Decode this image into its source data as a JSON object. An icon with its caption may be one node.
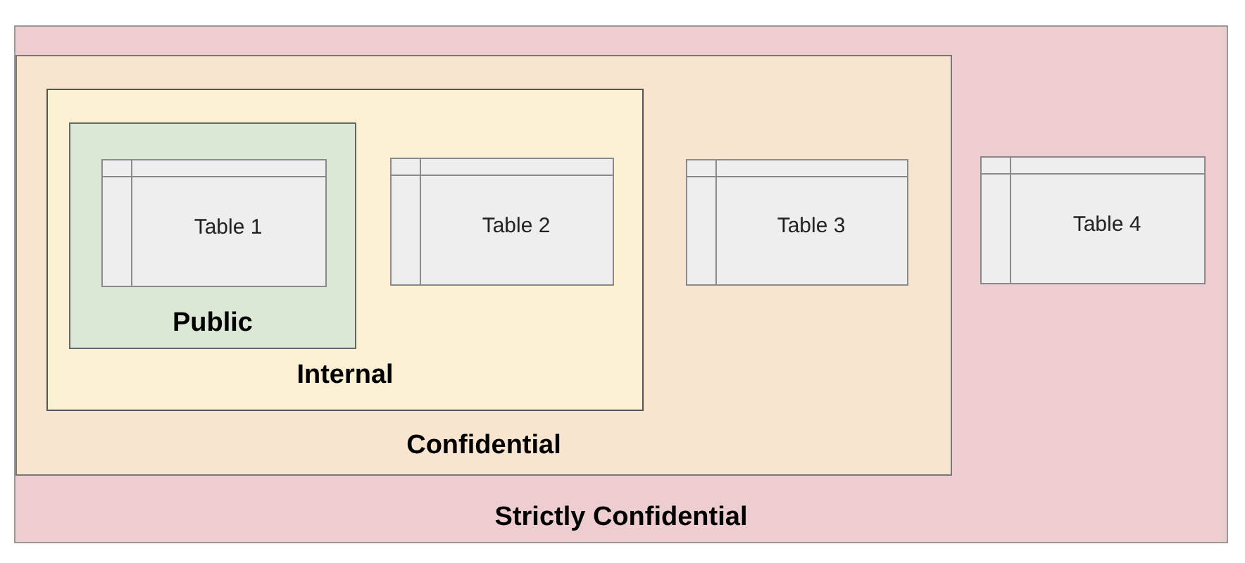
{
  "diagram": {
    "nodes": [
      {
        "text": [
          "Strictly Confidential"
        ]
      },
      {
        "text": [
          "Confidential"
        ],
        "in": 0
      },
      {
        "text": [
          "Internal"
        ],
        "in": 1
      },
      {
        "text": [
          "Public"
        ],
        "in": 2
      },
      {
        "text": [
          "Table 1"
        ],
        "in": 3
      },
      {
        "text": [
          "Table 2"
        ],
        "in": 2
      },
      {
        "text": [
          "Table 3"
        ],
        "in": 1
      },
      {
        "text": [
          "Table 4"
        ],
        "in": 0
      }
    ],
    "edges": []
  }
}
